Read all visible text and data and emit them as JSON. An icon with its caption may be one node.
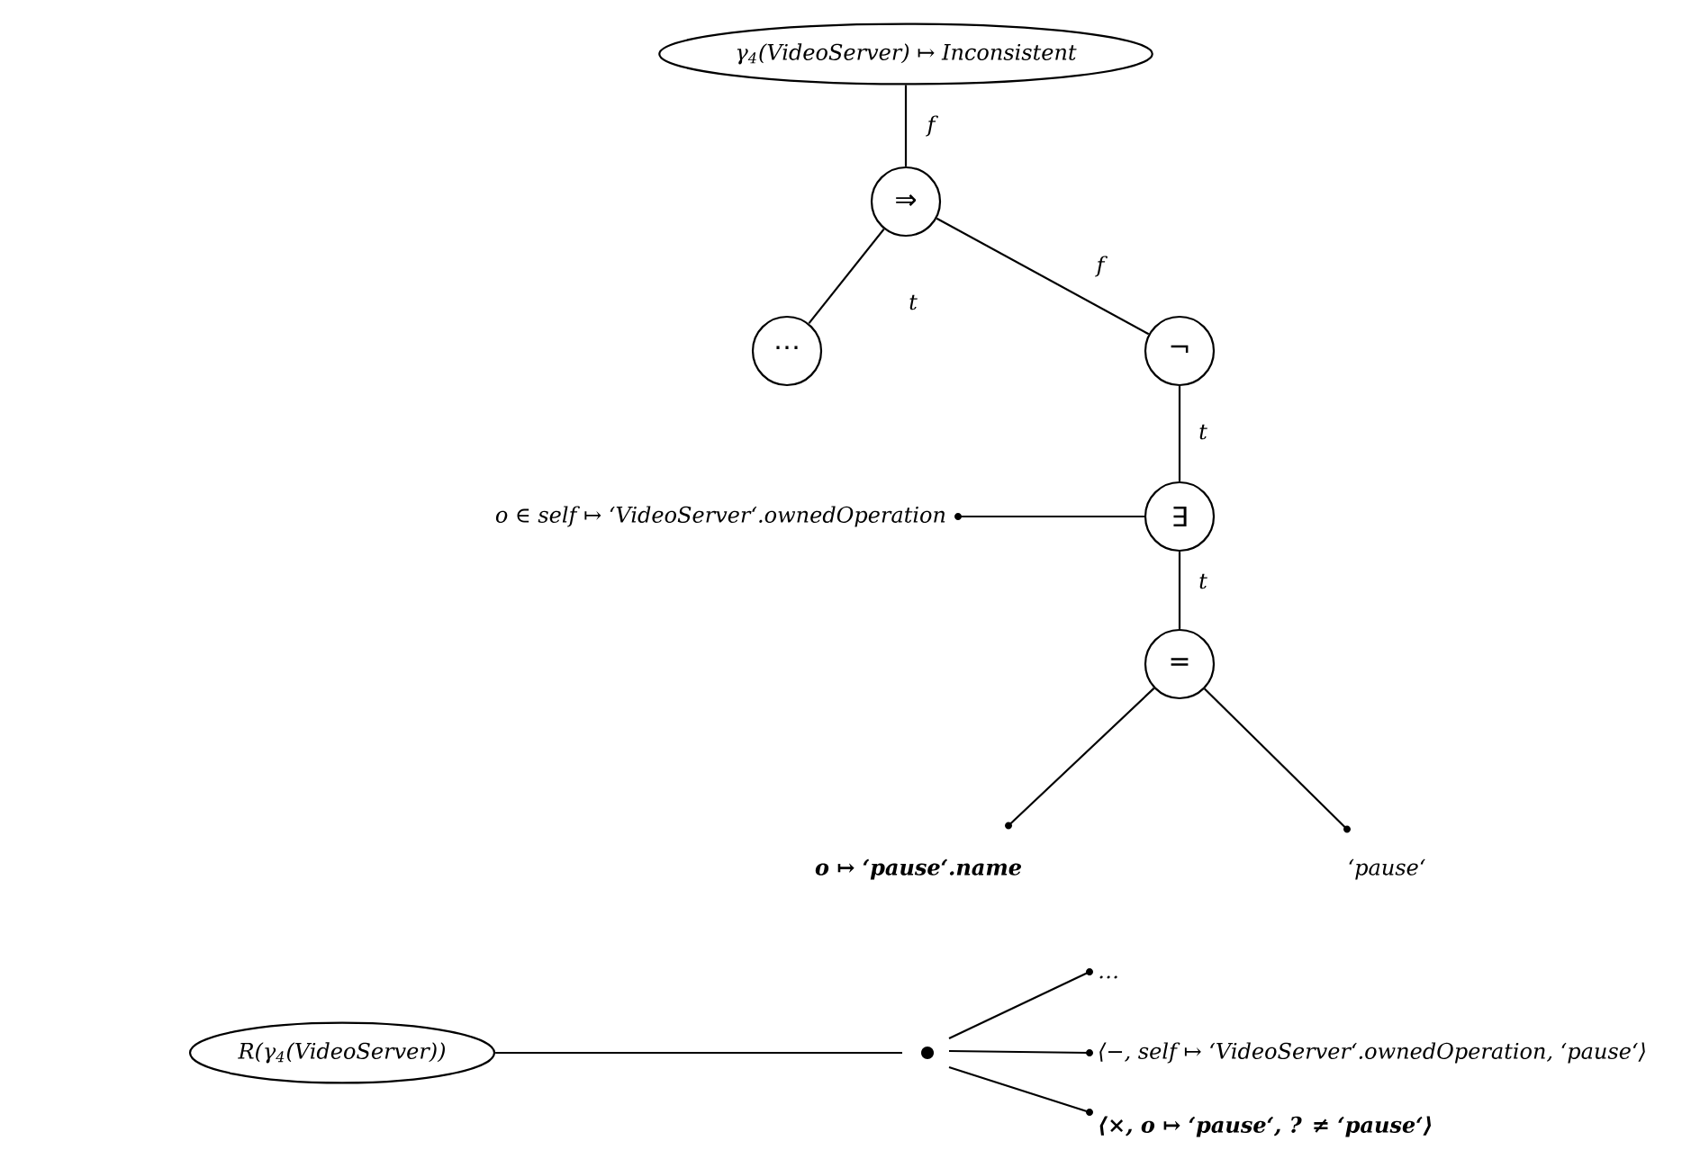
{
  "diagram": {
    "nodes": [
      {
        "text": [
          "γ$_{4}$(VideoServer) ↦ Inconsistent"
        ]
      },
      {
        "text": [
          "⇒"
        ]
      },
      {
        "text": [
          "⋯"
        ]
      },
      {
        "text": [
          "¬"
        ]
      },
      {
        "text": [
          "∃"
        ]
      },
      {
        "text": [
          "="
        ]
      },
      {
        "text": [
          "o ↦ ‘pause‘.name"
        ]
      },
      {
        "text": [
          "‘pause‘"
        ]
      },
      {
        "text": [
          "o ∈ self ↦ ‘VideoServer‘.ownedOperation"
        ]
      },
      {
        "text": [
          "R(γ$_{4}$(VideoServer))"
        ]
      },
      {
        "text": [],
        "shape": "circle"
      },
      {
        "text": [
          "…"
        ]
      },
      {
        "text": [
          "⟨−, self ↦ ‘VideoServer‘.ownedOperation, ‘pause‘⟩"
        ]
      },
      {
        "text": [
          "⟨×, o ↦ ‘pause‘, ? ≠ ‘pause‘⟩"
        ]
      }
    ],
    "edges": [
      {
        "from": 0,
        "to": 1,
        "arrow": "none",
        "label": "f"
      },
      {
        "from": 1,
        "to": 2,
        "arrow": "none",
        "label": "t"
      },
      {
        "from": 1,
        "to": 3,
        "arrow": "none",
        "label": "f"
      },
      {
        "from": 3,
        "to": 4,
        "arrow": "none",
        "label": "t"
      },
      {
        "from": 4,
        "to": 5,
        "arrow": "none",
        "label": "t"
      },
      {
        "from": 5,
        "to": 6,
        "arrow": "none"
      },
      {
        "from": 5,
        "to": 7,
        "arrow": "none"
      },
      {
        "from": 4,
        "to": 8,
        "arrow": "none"
      },
      {
        "from": 9,
        "to": 10,
        "arrow": "none"
      },
      {
        "from": 10,
        "to": 11,
        "arrow": "none"
      },
      {
        "from": 10,
        "to": 12,
        "arrow": "none"
      },
      {
        "from": 10,
        "to": 13,
        "arrow": "none"
      }
    ]
  }
}
